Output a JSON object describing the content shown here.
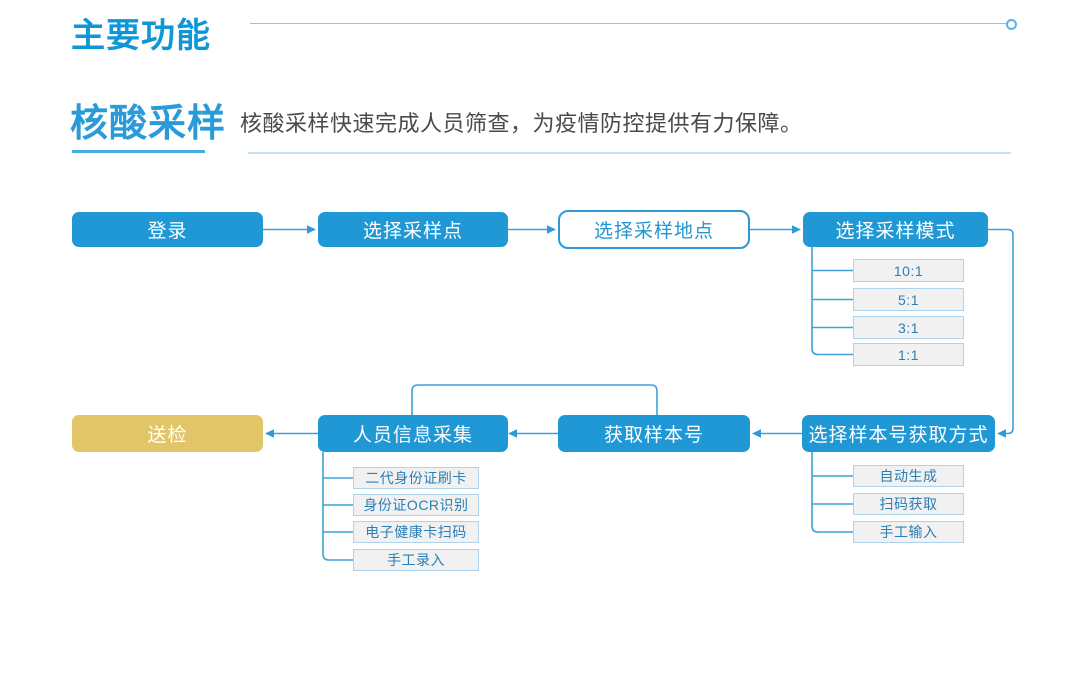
{
  "header": {
    "title": "主要功能"
  },
  "section": {
    "title": "核酸采样",
    "description": "核酸采样快速完成人员筛查，为疫情防控提供有力保障。"
  },
  "flow": {
    "nodes": {
      "login": "登录",
      "select_point": "选择采样点",
      "select_location": "选择采样地点",
      "select_mode": "选择采样模式",
      "send_inspect": "送检",
      "person_info": "人员信息采集",
      "get_sample_no": "获取样本号",
      "select_sample_no_method": "选择样本号获取方式"
    },
    "mode_options": [
      "10:1",
      "5:1",
      "3:1",
      "1:1"
    ],
    "person_info_options": [
      "二代身份证刷卡",
      "身份证OCR识别",
      "电子健康卡扫码",
      "手工录入"
    ],
    "sample_no_options": [
      "自动生成",
      "扫码获取",
      "手工输入"
    ]
  },
  "colors": {
    "accent_blue": "#1f98d5",
    "title_blue": "#0e97d7",
    "yellow_node": "#e2c569",
    "connector_blue": "#3da2d9",
    "option_border": "#aed3ec",
    "option_text": "#2a7fb5",
    "rule_light_blue": "#85c9ef"
  }
}
